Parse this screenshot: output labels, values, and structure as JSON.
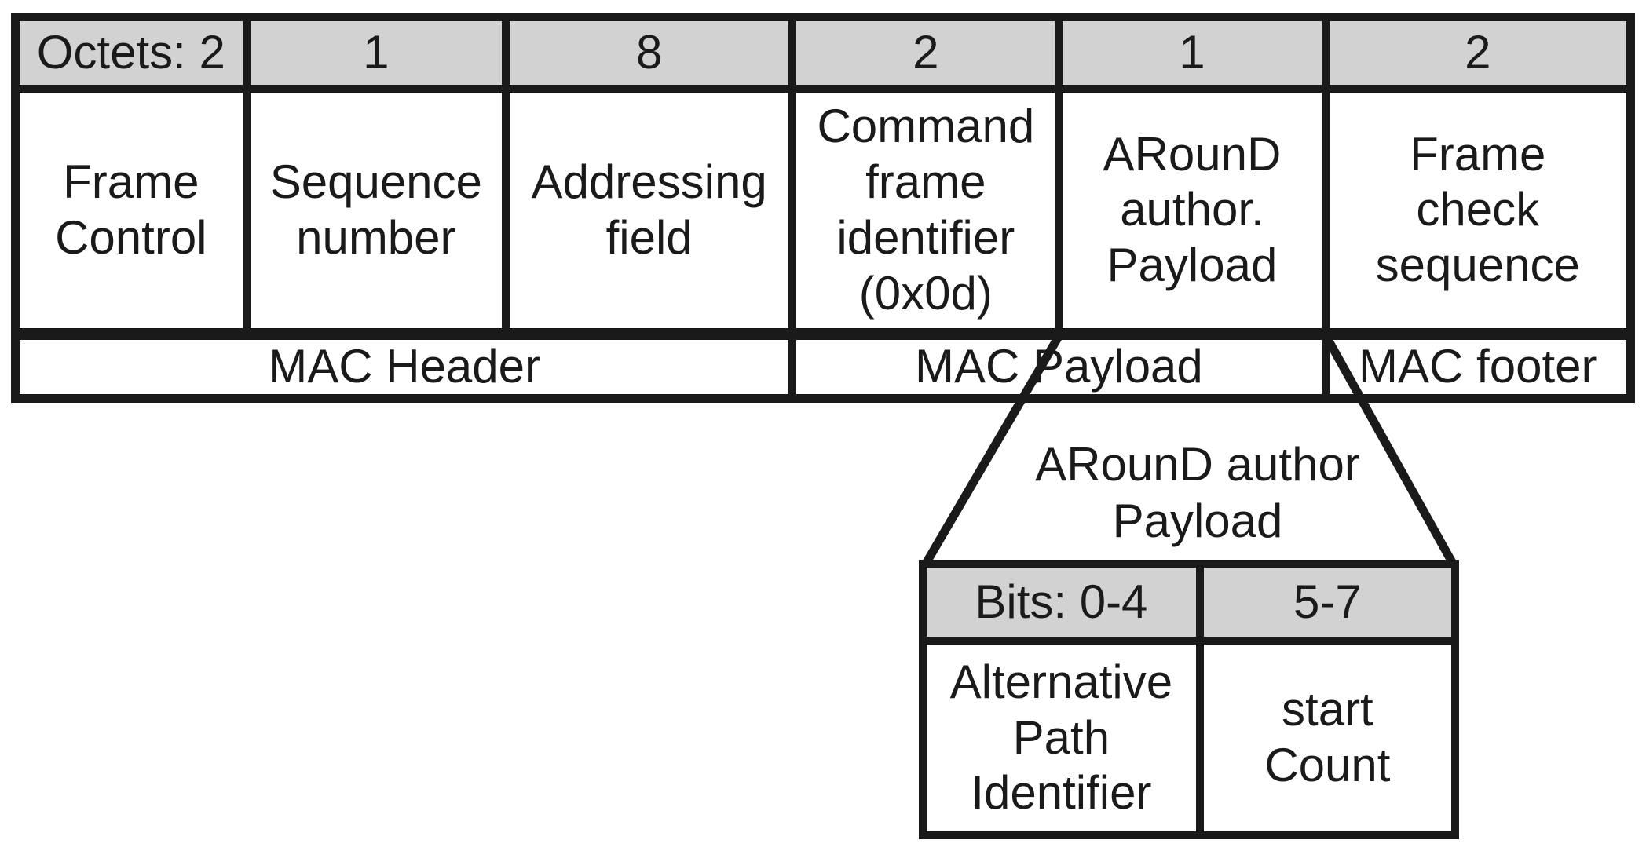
{
  "colors": {
    "background": "#ffffff",
    "border": "#1a1a1a",
    "header_fill": "#d2d2d2",
    "cell_fill": "#ffffff",
    "text": "#1a1a1a"
  },
  "main_table": {
    "octets_row": [
      "Octets: 2",
      "1",
      "8",
      "2",
      "1",
      "2"
    ],
    "fields": [
      "Frame\nControl",
      "Sequence\nnumber",
      "Addressing\nfield",
      "Command\nframe\nidentifier\n(0x0d)",
      "ARounD\nauthor.\nPayload",
      "Frame\ncheck\nsequence"
    ],
    "sections": [
      "MAC Header",
      "MAC Payload",
      "MAC footer"
    ]
  },
  "subtable": {
    "title": "ARounD author\nPayload",
    "bits_row": [
      "Bits: 0-4",
      "5-7"
    ],
    "fields": [
      "Alternative\nPath\nIdentifier",
      "start\nCount"
    ]
  }
}
